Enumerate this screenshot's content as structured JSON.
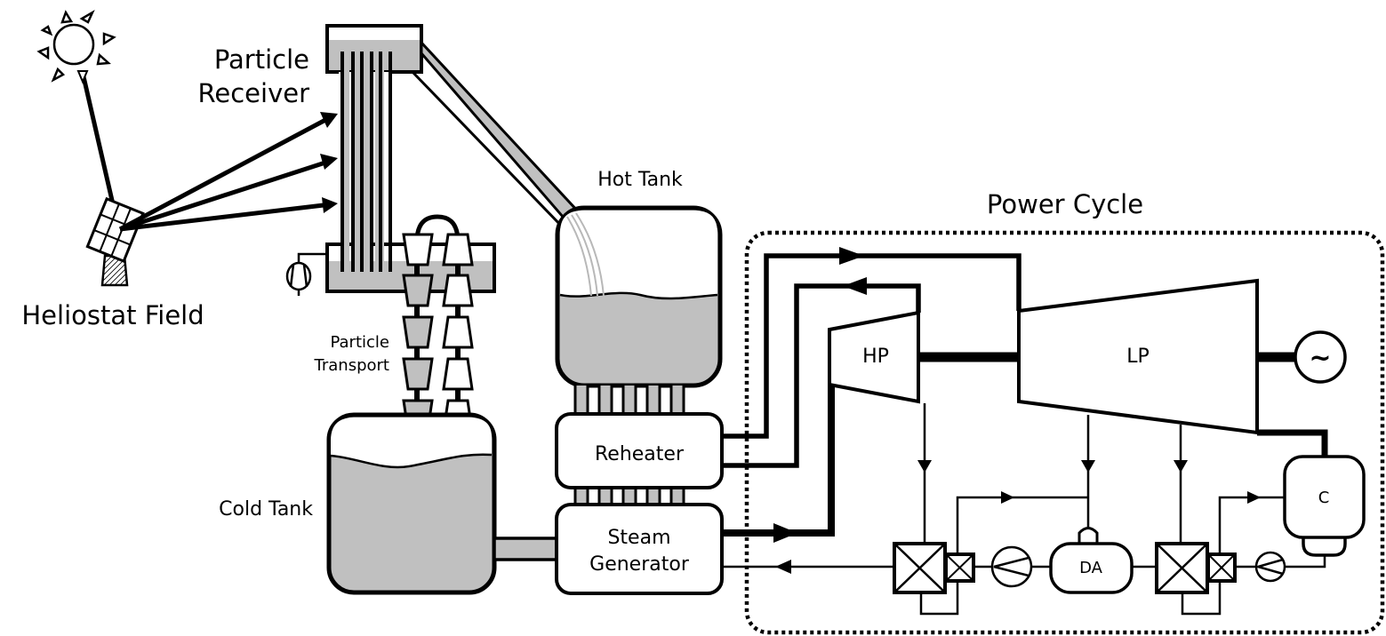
{
  "labels": {
    "particle_receiver": [
      "Particle",
      "Receiver"
    ],
    "heliostat_field": "Heliostat Field",
    "particle_transport": [
      "Particle",
      "Transport"
    ],
    "cold_tank": "Cold Tank",
    "hot_tank": "Hot Tank",
    "reheater": "Reheater",
    "steam_generator": [
      "Steam",
      "Generator"
    ],
    "power_cycle": "Power Cycle",
    "hp_turbine": "HP",
    "lp_turbine": "LP",
    "generator_symbol": "~",
    "deaerator": "DA",
    "condenser": "C"
  },
  "colors": {
    "stroke": "#000000",
    "particle_fill": "#c0c0c0",
    "background": "#ffffff"
  }
}
